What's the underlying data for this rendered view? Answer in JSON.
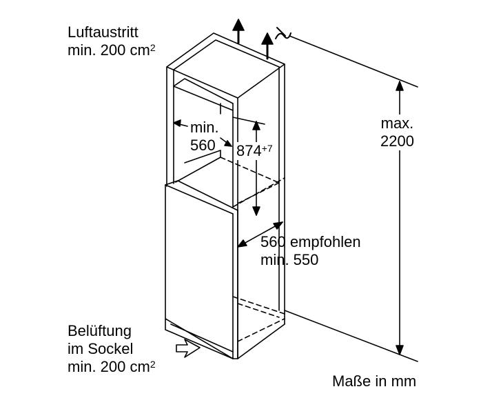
{
  "labels": {
    "air_outlet_line1": "Luftaustritt",
    "air_outlet_line2": "min. 200 cm",
    "air_outlet_exp": "2",
    "width_line1": "min.",
    "width_line2": "560",
    "height_value": "874",
    "height_tolerance": "+7",
    "depth_line1": "560 empfohlen",
    "depth_line2": "min. 550",
    "total_height_line1": "max.",
    "total_height_line2": "2200",
    "ventilation_line1": "Belüftung",
    "ventilation_line2": "im Sockel",
    "ventilation_line3": "min. 200 cm",
    "ventilation_exp": "2",
    "units": "Maße in mm"
  },
  "colors": {
    "stroke": "#000000",
    "background": "#ffffff"
  }
}
